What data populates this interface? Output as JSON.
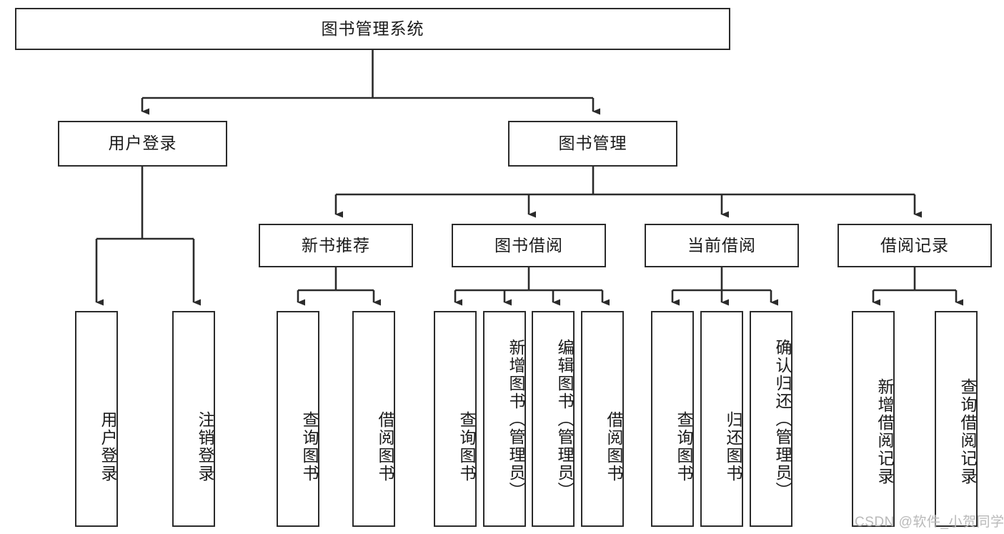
{
  "diagram": {
    "type": "tree-hierarchy",
    "title": "图书管理系统",
    "orientation": "top-down",
    "colors": {
      "box_border": "#2b2b2b",
      "box_fill": "#ffffff",
      "connector": "#2b2b2b",
      "text": "#1a1a1a",
      "watermark": "#b9b9b9",
      "background": "#ffffff"
    },
    "watermark": "CSDN @软件_小贺同学",
    "root": {
      "id": "root",
      "label": "图书管理系统",
      "level": 1
    },
    "level2": [
      {
        "id": "user-login",
        "label": "用户登录",
        "level": 2
      },
      {
        "id": "book-management",
        "label": "图书管理",
        "level": 2
      }
    ],
    "level3": [
      {
        "id": "new-book-recommend",
        "label": "新书推荐",
        "level": 3,
        "parent": "book-management"
      },
      {
        "id": "book-borrow",
        "label": "图书借阅",
        "level": 3,
        "parent": "book-management"
      },
      {
        "id": "current-borrow",
        "label": "当前借阅",
        "level": 3,
        "parent": "book-management"
      },
      {
        "id": "borrow-record",
        "label": "借阅记录",
        "level": 3,
        "parent": "book-management"
      }
    ],
    "leaves": [
      {
        "id": "leaf-user-login",
        "label": "用户登录",
        "parent": "user-login"
      },
      {
        "id": "leaf-logout-login",
        "label": "注销登录",
        "parent": "user-login"
      },
      {
        "id": "leaf-query-book-1",
        "label": "查询图书",
        "parent": "new-book-recommend"
      },
      {
        "id": "leaf-borrow-book-1",
        "label": "借阅图书",
        "parent": "new-book-recommend"
      },
      {
        "id": "leaf-query-book-2",
        "label": "查询图书",
        "parent": "book-borrow"
      },
      {
        "id": "leaf-add-book",
        "label": "新增图书（管理员）",
        "parent": "book-borrow"
      },
      {
        "id": "leaf-edit-book",
        "label": "编辑图书（管理员）",
        "parent": "book-borrow"
      },
      {
        "id": "leaf-borrow-book-2",
        "label": "借阅图书",
        "parent": "book-borrow"
      },
      {
        "id": "leaf-query-book-3",
        "label": "查询图书",
        "parent": "current-borrow"
      },
      {
        "id": "leaf-return-book",
        "label": "归还图书",
        "parent": "current-borrow"
      },
      {
        "id": "leaf-confirm-return",
        "label": "确认归还（管理员）",
        "parent": "current-borrow"
      },
      {
        "id": "leaf-add-record",
        "label": "新增借阅记录",
        "parent": "borrow-record"
      },
      {
        "id": "leaf-query-record",
        "label": "查询借阅记录",
        "parent": "borrow-record"
      }
    ]
  }
}
